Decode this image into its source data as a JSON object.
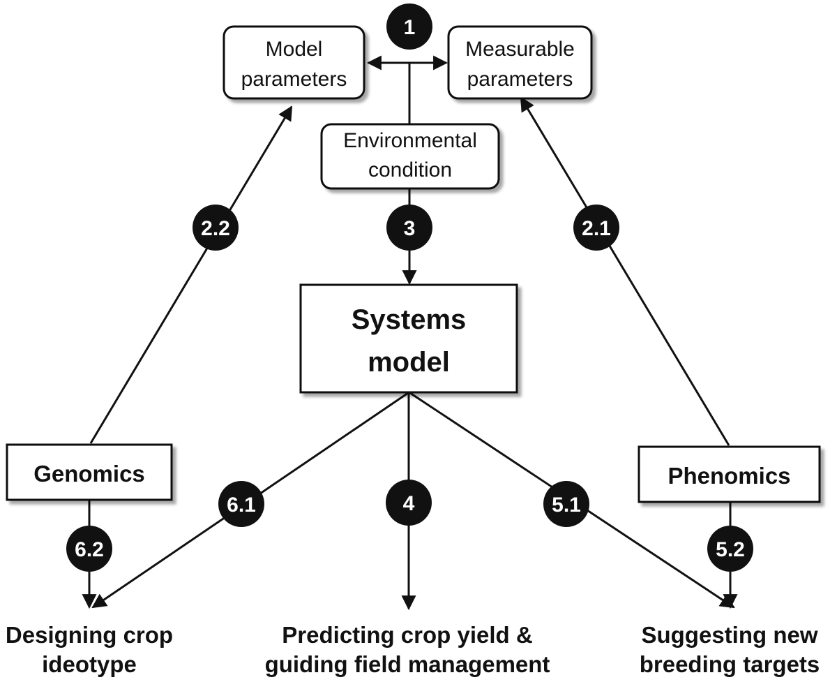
{
  "boxes": {
    "model_parameters": [
      "Model",
      "parameters"
    ],
    "measurable_parameters": [
      "Measurable",
      "parameters"
    ],
    "environmental_condition": [
      "Environmental",
      "condition"
    ],
    "systems_model": [
      "Systems",
      "model"
    ],
    "genomics": "Genomics",
    "phenomics": "Phenomics"
  },
  "badges": {
    "b1": "1",
    "b2_1": "2.1",
    "b2_2": "2.2",
    "b3": "3",
    "b4": "4",
    "b5_1": "5.1",
    "b5_2": "5.2",
    "b6_1": "6.1",
    "b6_2": "6.2"
  },
  "outputs": {
    "crop_ideotype": [
      "Designing crop",
      "ideotype"
    ],
    "crop_yield": [
      "Predicting crop yield &",
      "guiding field management"
    ],
    "breeding_targets": [
      "Suggesting new",
      "breeding targets"
    ]
  }
}
